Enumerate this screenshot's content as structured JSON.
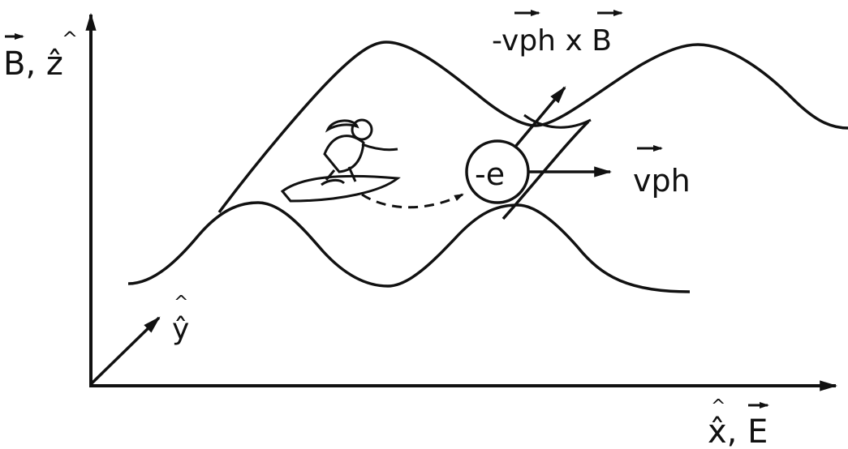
{
  "axes": {
    "vertical_label": "B, ẑ",
    "horizontal_label": "x̂, E",
    "depth_label": "ŷ"
  },
  "particle": {
    "label": "-e"
  },
  "vectors": {
    "phase_velocity_label": "vph",
    "drift_label": "-vph x B"
  },
  "icons": {
    "surfer": "surfer-icon"
  },
  "colors": {
    "ink": "#111111",
    "paper": "#ffffff"
  }
}
